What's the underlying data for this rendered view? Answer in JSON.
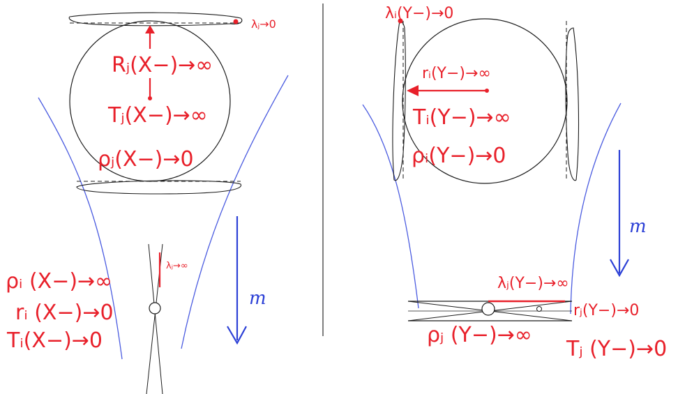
{
  "left_panel": {
    "lambda_top": "λⱼ→0",
    "R_label": "Rⱼ(X−)→∞",
    "T_label_top": "Tⱼ(X−)→∞",
    "rho_label_top": "ρⱼ(X−)→0",
    "lambda_small": "λⱼ→∞",
    "rho_label_bottom": "ρᵢ (X−)→∞",
    "r_label_bottom": "rᵢ (X−)→0",
    "T_label_bottom": "Tᵢ(X−)→0",
    "m_label": "m"
  },
  "right_panel": {
    "lambda_top": "λᵢ(Y−)→0",
    "r_label_top": "rᵢ(Y−)→∞",
    "T_label_top": "Tᵢ(Y−)→∞",
    "rho_label_top": "ρᵢ(Y−)→0",
    "m_label": "m",
    "lambda_bottom": "λⱼ(Y−)→∞",
    "r_label_bottom": "rⱼ(Y−)→0",
    "rho_label_bottom": "ρⱼ (Y−)→∞",
    "T_label_bottom": "Tⱼ (Y−)→0"
  },
  "colors": {
    "red": "#e8202a",
    "blue_curve": "#4a5be0",
    "blue_arrow": "#2b3fd6",
    "black": "#1a1a1a",
    "gray_divider": "#555555"
  }
}
